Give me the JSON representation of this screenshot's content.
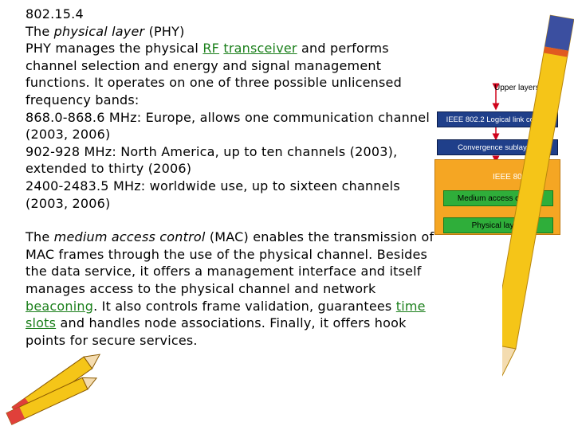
{
  "text": {
    "line_heading": "802.15.4",
    "phy_intro": "The",
    "phy_term": "physical layer",
    "phy_abbr": "(PHY)",
    "phy_p1": "PHY manages the physical",
    "link_rf": "RF",
    "link_transceiver": "transceiver",
    "phy_p2": "and performs channel selection and energy and signal management functions. It operates on one of three possible unlicensed frequency bands:",
    "band1": "868.0-868.6 MHz: Europe, allows one communication channel (2003, 2006)",
    "band2": "902-928 MHz: North America, up to ten channels (2003), extended to thirty (2006)",
    "band3": "2400-2483.5 MHz: worldwide use, up to sixteen channels (2003, 2006)",
    "mac_intro": "The",
    "mac_term": "medium access control",
    "mac_p1": "(MAC) enables the transmission of MAC frames through the use of the physical channel. Besides the data service, it offers a management interface and itself manages access to the physical channel and network",
    "link_beaconing": "beaconing",
    "mac_p2": ". It also controls frame validation, guarantees",
    "link_timeslots": "time slots",
    "mac_p3": "and handles node associations. Finally, it offers hook points for secure services."
  },
  "diagram": {
    "upper_layers": "Upper layers",
    "llc": "IEEE 802.2 Logical link control",
    "convergence": "Convergence sublayers",
    "standard": "IEEE 802.15.4",
    "mac": "Medium access control",
    "phy": "Physical layers"
  },
  "colors": {
    "link": "#1a7f1a",
    "blue_bar": "#1f3f8a",
    "orange_box": "#f5a623",
    "green_bar": "#2fae3a",
    "arrow": "#d0021b"
  }
}
